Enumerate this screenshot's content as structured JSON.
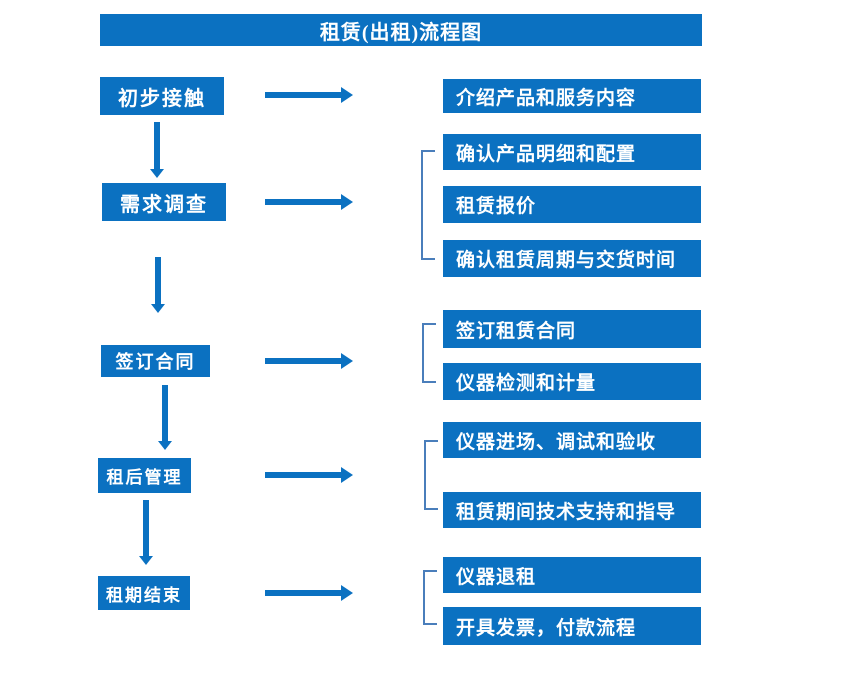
{
  "title": "租赁(出租)流程图",
  "colors": {
    "primary_blue": "#0b71c1",
    "bracket_blue": "#4a7ebb",
    "text_on_blue": "#ffffff",
    "background": "#ffffff"
  },
  "steps": [
    {
      "label": "初步接触",
      "details": [
        "介绍产品和服务内容"
      ]
    },
    {
      "label": "需求调查",
      "details": [
        "确认产品明细和配置",
        "租赁报价",
        "确认租赁周期与交货时间"
      ]
    },
    {
      "label": "签订合同",
      "details": [
        "签订租赁合同",
        "仪器检测和计量"
      ]
    },
    {
      "label": "租后管理",
      "details": [
        "仪器进场、调试和验收",
        "租赁期间技术支持和指导"
      ]
    },
    {
      "label": "租期结束",
      "details": [
        "仪器退租",
        "开具发票，付款流程"
      ]
    }
  ]
}
